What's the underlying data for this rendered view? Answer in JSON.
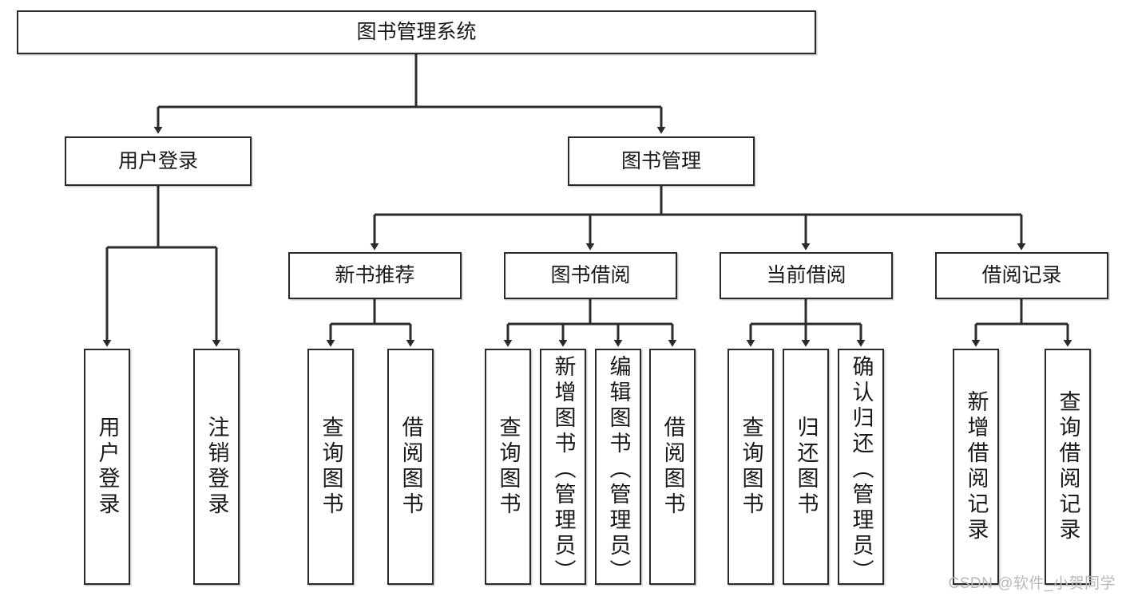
{
  "diagram": {
    "title": "图书管理系统",
    "type": "tree-hierarchy",
    "root": {
      "id": "root",
      "label": "图书管理系统"
    },
    "level2": [
      {
        "id": "user-login",
        "label": "用户登录"
      },
      {
        "id": "book-management",
        "label": "图书管理"
      }
    ],
    "level3": [
      {
        "id": "new-book-recommend",
        "label": "新书推荐",
        "parent": "book-management"
      },
      {
        "id": "book-borrow",
        "label": "图书借阅",
        "parent": "book-management"
      },
      {
        "id": "current-borrow",
        "label": "当前借阅",
        "parent": "book-management"
      },
      {
        "id": "borrow-record",
        "label": "借阅记录",
        "parent": "book-management"
      }
    ],
    "leaves": [
      {
        "id": "leaf-user-login",
        "label": "用户登录",
        "parent": "user-login"
      },
      {
        "id": "leaf-logout-login",
        "label": "注销登录",
        "parent": "user-login"
      },
      {
        "id": "leaf-query-book-1",
        "label": "查询图书",
        "parent": "new-book-recommend"
      },
      {
        "id": "leaf-borrow-book-1",
        "label": "借阅图书",
        "parent": "new-book-recommend"
      },
      {
        "id": "leaf-query-book-2",
        "label": "查询图书",
        "parent": "book-borrow"
      },
      {
        "id": "leaf-add-book",
        "label": "新增图书（管理员）",
        "parent": "book-borrow"
      },
      {
        "id": "leaf-edit-book",
        "label": "编辑图书（管理员）",
        "parent": "book-borrow"
      },
      {
        "id": "leaf-borrow-book-2",
        "label": "借阅图书",
        "parent": "book-borrow"
      },
      {
        "id": "leaf-query-book-3",
        "label": "查询图书",
        "parent": "current-borrow"
      },
      {
        "id": "leaf-return-book",
        "label": "归还图书",
        "parent": "current-borrow"
      },
      {
        "id": "leaf-confirm-return",
        "label": "确认归还（管理员）",
        "parent": "current-borrow"
      },
      {
        "id": "leaf-add-record",
        "label": "新增借阅记录",
        "parent": "borrow-record"
      },
      {
        "id": "leaf-query-record",
        "label": "查询借阅记录",
        "parent": "borrow-record"
      }
    ]
  },
  "watermark": {
    "text": "CSDN @软件_小贺同学"
  },
  "colors": {
    "stroke": "#2b2b2b",
    "background": "#ffffff",
    "text": "#1a1a1a",
    "watermark": "#b9b9b9"
  }
}
